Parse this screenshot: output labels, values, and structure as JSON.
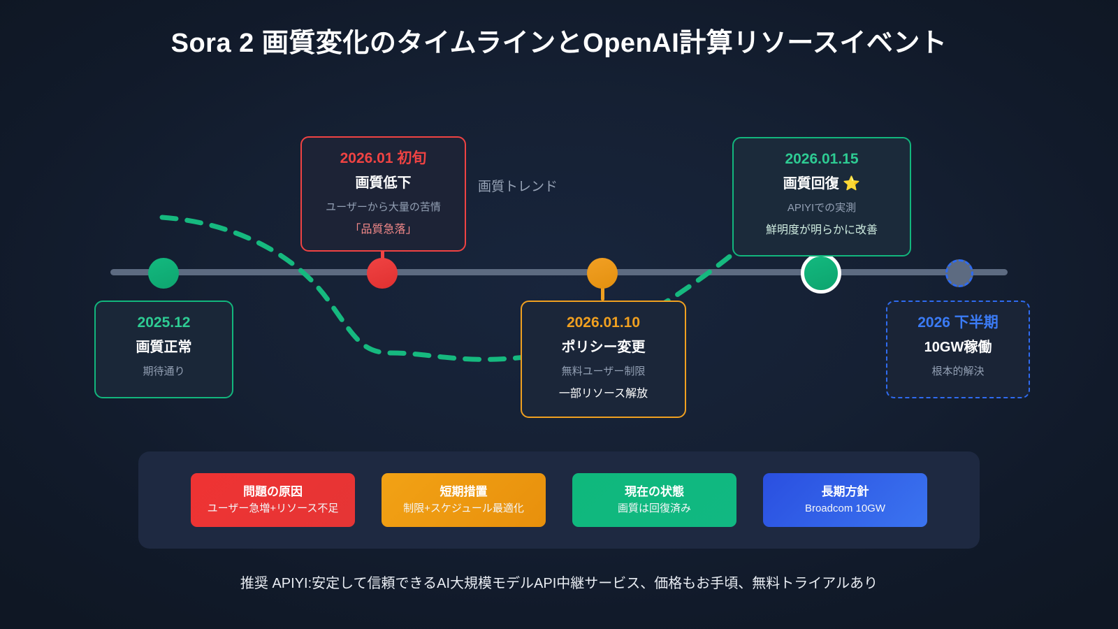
{
  "title": "Sora 2 画質変化のタイムラインとOpenAI計算リソースイベント",
  "trend_label": "画質トレンド",
  "colors": {
    "background": "#121b2b",
    "axis": "#5d6b81",
    "green": "#12b67d",
    "red": "#f04343",
    "orange": "#f0a020",
    "blue": "#2f6bf0",
    "curve": "#16b97f"
  },
  "timeline": {
    "axis_label": "timeline-axis",
    "markers": [
      {
        "name": "marker-2025-12",
        "color": "#12b67d",
        "state": "normal"
      },
      {
        "name": "marker-2026-01-early",
        "color": "#f04343",
        "state": "problem"
      },
      {
        "name": "marker-2026-01-10",
        "color": "#f0a020",
        "state": "mitigation"
      },
      {
        "name": "marker-2026-01-15",
        "color": "#12b67d",
        "state": "current"
      },
      {
        "name": "marker-2026-h2",
        "color": "#5d6b81",
        "state": "future"
      }
    ],
    "cards": [
      {
        "date": "2025.12",
        "heading": "画質正常",
        "sub": "期待通り",
        "extra": ""
      },
      {
        "date": "2026.01 初旬",
        "heading": "画質低下",
        "sub": "ユーザーから大量の苦情",
        "extra": "「品質急落」"
      },
      {
        "date": "2026.01.10",
        "heading": "ポリシー変更",
        "sub": "無料ユーザー制限",
        "extra": "一部リソース解放"
      },
      {
        "date": "2026.01.15",
        "heading": "画質回復 ⭐",
        "sub": "APIYIでの実測",
        "extra": "鮮明度が明らかに改善"
      },
      {
        "date": "2026 下半期",
        "heading": "10GW稼働",
        "sub": "根本的解決",
        "extra": ""
      }
    ]
  },
  "legend": [
    {
      "title": "問題の原因",
      "sub": "ユーザー急増+リソース不足",
      "color": "#ef3333"
    },
    {
      "title": "短期措置",
      "sub": "制限+スケジュール最適化",
      "color": "#f2a215"
    },
    {
      "title": "現在の状態",
      "sub": "画質は回復済み",
      "color": "#0fb87c"
    },
    {
      "title": "長期方針",
      "sub": "Broadcom 10GW",
      "color": "#2a4fe0"
    }
  ],
  "footer": "推奨 APIYI:安定して信頼できるAI大規模モデルAPI中継サービス、価格もお手頃、無料トライアルあり",
  "chart_data": {
    "type": "line",
    "title": "画質トレンド",
    "x": [
      "2025.12",
      "2026.01 初旬",
      "2026.01.10",
      "2026.01.15",
      "2026 下半期"
    ],
    "series": [
      {
        "name": "画質トレンド",
        "values": [
          95,
          25,
          30,
          92,
          100
        ]
      }
    ],
    "xlabel": "",
    "ylabel": "画質",
    "ylim": [
      0,
      100
    ],
    "grid": false,
    "legend_position": "inline-top",
    "style": "dashed",
    "color": "#16b97f"
  }
}
